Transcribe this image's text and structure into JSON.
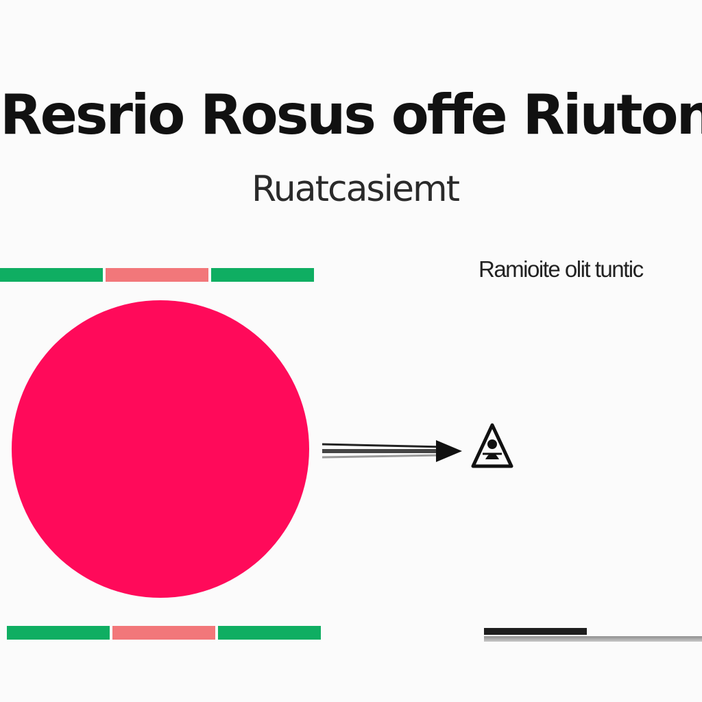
{
  "title": "Resrio Rosus offe Riutonsic",
  "subtitle": "Ruatcasiemt",
  "side_label": "Ramioite olit tuntic",
  "colors": {
    "green": "#0fae62",
    "salmon": "#f2777a",
    "circle": "#ff0a5a",
    "arrow": "#111111",
    "background": "#fbfbfb"
  },
  "bars_top": [
    "green",
    "salmon",
    "green"
  ],
  "bars_bottom": [
    "green",
    "salmon",
    "green"
  ],
  "icons": {
    "arrow": "right-arrow-icon",
    "warning": "warning-triangle-icon"
  }
}
